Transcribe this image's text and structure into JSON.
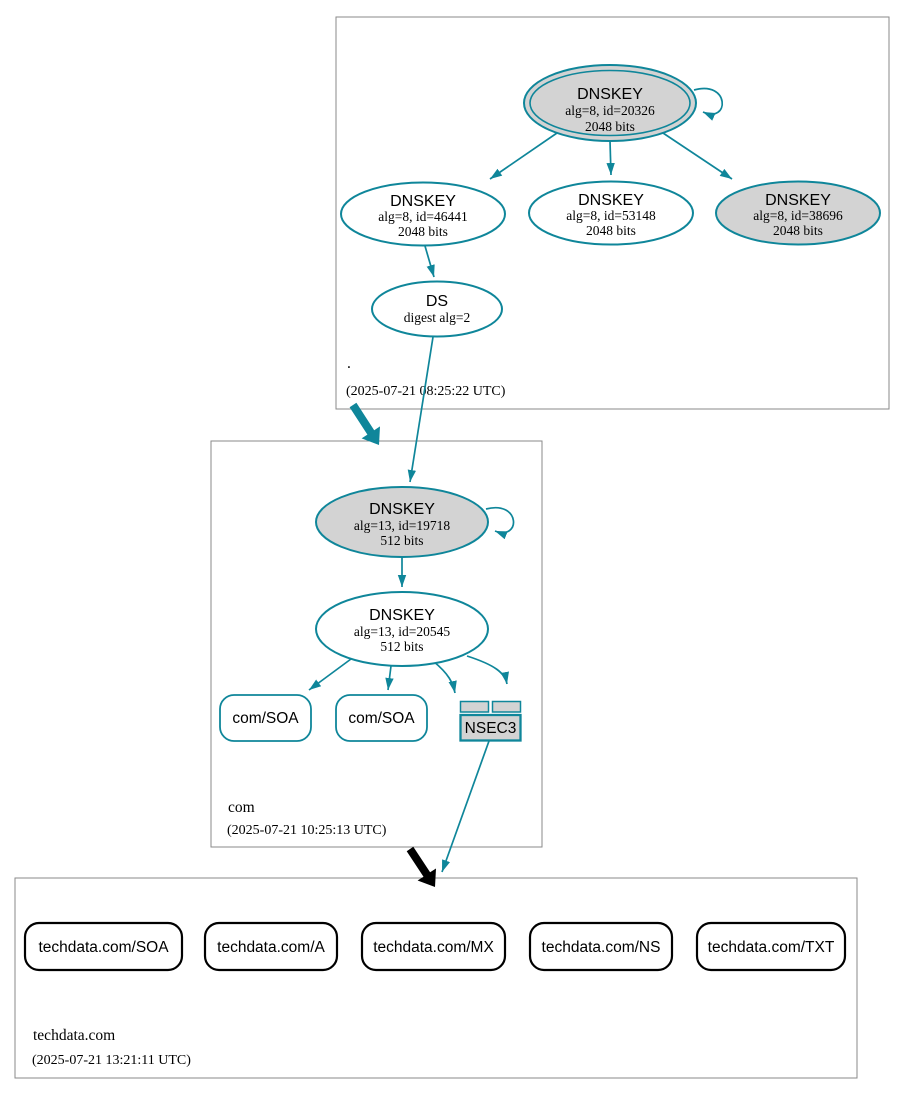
{
  "colors": {
    "secure_teal": "#0f869a",
    "node_fill_gray": "#d3d3d3",
    "insecure_black": "#000000",
    "zone_box_border": "#8a8a8a"
  },
  "zones": {
    "root": {
      "label": ".",
      "timestamp": "(2025-07-21 08:25:22 UTC)",
      "nodes": {
        "ksk": {
          "title": "DNSKEY",
          "detail1": "alg=8, id=20326",
          "detail2": "2048 bits"
        },
        "zsk1": {
          "title": "DNSKEY",
          "detail1": "alg=8, id=46441",
          "detail2": "2048 bits"
        },
        "zsk2": {
          "title": "DNSKEY",
          "detail1": "alg=8, id=53148",
          "detail2": "2048 bits"
        },
        "zsk3": {
          "title": "DNSKEY",
          "detail1": "alg=8, id=38696",
          "detail2": "2048 bits"
        },
        "ds": {
          "title": "DS",
          "detail1": "digest alg=2"
        }
      }
    },
    "com": {
      "label": "com",
      "timestamp": "(2025-07-21 10:25:13 UTC)",
      "nodes": {
        "ksk": {
          "title": "DNSKEY",
          "detail1": "alg=13, id=19718",
          "detail2": "512 bits"
        },
        "zsk": {
          "title": "DNSKEY",
          "detail1": "alg=13, id=20545",
          "detail2": "512 bits"
        },
        "soa1": {
          "label": "com/SOA"
        },
        "soa2": {
          "label": "com/SOA"
        },
        "nsec3": {
          "label": "NSEC3"
        }
      }
    },
    "techdata": {
      "label": "techdata.com",
      "timestamp": "(2025-07-21 13:21:11 UTC)",
      "rrsets": [
        {
          "label": "techdata.com/SOA"
        },
        {
          "label": "techdata.com/A"
        },
        {
          "label": "techdata.com/MX"
        },
        {
          "label": "techdata.com/NS"
        },
        {
          "label": "techdata.com/TXT"
        }
      ]
    }
  }
}
